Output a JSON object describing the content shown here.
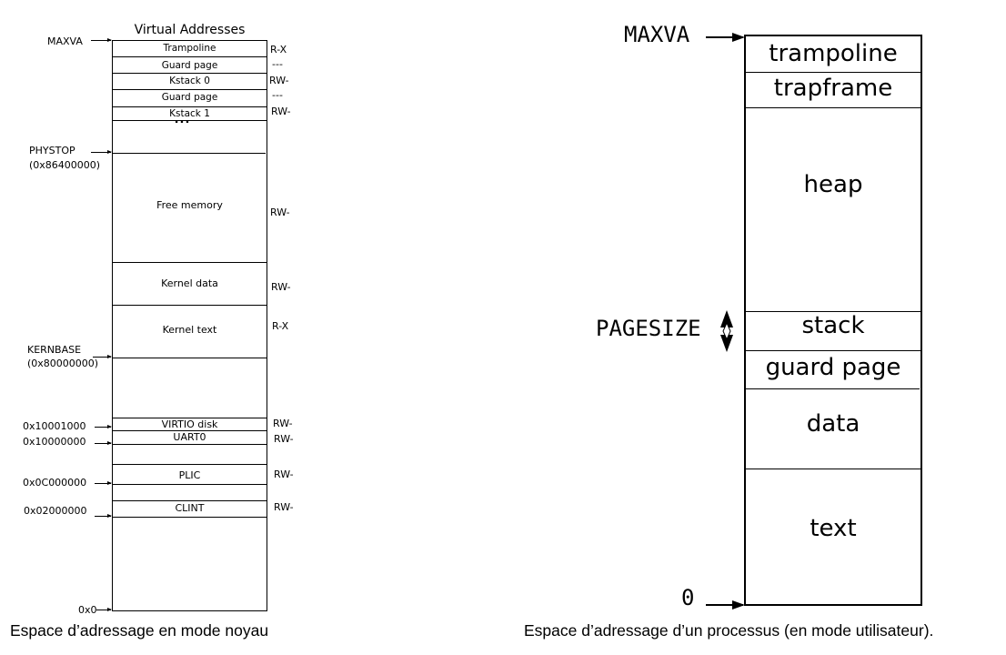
{
  "kernel": {
    "title": "Virtual Addresses",
    "segments": {
      "trampoline": "Trampoline",
      "guard0": "Guard page",
      "kstack0": "Kstack 0",
      "guard1": "Guard page",
      "kstack1": "Kstack 1",
      "dots": "...",
      "free_memory": "Free memory",
      "kernel_data": "Kernel data",
      "kernel_text": "Kernel text",
      "virtio": "VIRTIO disk",
      "uart": "UART0",
      "plic": "PLIC",
      "clint": "CLINT"
    },
    "perms": {
      "trampoline": "R-X",
      "guard0": "---",
      "kstack0": "RW-",
      "guard1": "---",
      "kstack1": "RW-",
      "free_memory": "RW-",
      "kernel_data": "RW-",
      "kernel_text": "R-X",
      "virtio": "RW-",
      "uart": "RW-",
      "plic": "RW-",
      "clint": "RW-"
    },
    "addresses": {
      "maxva": "MAXVA",
      "phystop": "PHYSTOP",
      "phystop_value": "(0x86400000)",
      "kernbase": "KERNBASE",
      "kernbase_value": "(0x80000000)",
      "virtio": "0x10001000",
      "uart": "0x10000000",
      "plic": "0x0C000000",
      "clint": "0x02000000",
      "zero": "0x0"
    },
    "caption": "Espace d’adressage en mode noyau"
  },
  "user": {
    "labels": {
      "maxva": "MAXVA",
      "pagesize": "PAGESIZE",
      "zero": "0"
    },
    "segments": {
      "trampoline": "trampoline",
      "trapframe": "trapframe",
      "heap": "heap",
      "stack": "stack",
      "guard": "guard page",
      "data": "data",
      "text": "text"
    },
    "caption": "Espace d’adressage d’un processus (en mode utilisateur)."
  }
}
